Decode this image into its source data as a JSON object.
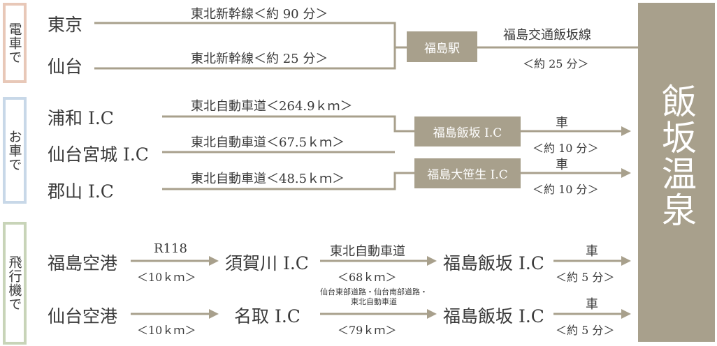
{
  "colors": {
    "train": "#e8c8b8",
    "car": "#c8d8e8",
    "plane": "#c8d4b8",
    "box": "#a8a08c",
    "line": "#a8a08c"
  },
  "categories": {
    "train": "電車で",
    "car": "お車で",
    "plane": "飛行機で"
  },
  "destination": "飯坂温泉",
  "train": {
    "origins": [
      "東京",
      "仙台"
    ],
    "routes": [
      "東北新幹線＜約 90 分＞",
      "東北新幹線＜約 25 分＞"
    ],
    "station": "福島駅",
    "line_name": "福島交通飯坂線",
    "line_time": "＜約 25 分＞"
  },
  "car": {
    "origins": [
      "浦和 I.C",
      "仙台宮城 I.C",
      "郡山 I.C"
    ],
    "routes": [
      "東北自動車道＜264.9ｋｍ＞",
      "東北自動車道＜67.5ｋｍ＞",
      "東北自動車道＜48.5ｋｍ＞"
    ],
    "exits": [
      "福島飯坂 I.C",
      "福島大笹生 I.C"
    ],
    "mode": [
      "車",
      "車"
    ],
    "times": [
      "＜約 10 分＞",
      "＜約 10 分＞"
    ]
  },
  "plane": {
    "row1": {
      "origin": "福島空港",
      "route1_name": "R118",
      "route1_dist": "＜10ｋｍ＞",
      "mid": "須賀川 I.C",
      "route2_name": "東北自動車道",
      "route2_dist": "＜68ｋｍ＞",
      "end": "福島飯坂 I.C",
      "mode": "車",
      "time": "＜約 5 分＞"
    },
    "row2": {
      "origin": "仙台空港",
      "route1_dist": "＜10ｋｍ＞",
      "mid": "名取 I.C",
      "route2_name_l1": "仙台東部道路・仙台南部道路・",
      "route2_name_l2": "東北自動車道",
      "route2_dist": "＜79ｋｍ＞",
      "end": "福島飯坂 I.C",
      "mode": "車",
      "time": "＜約 5 分＞"
    }
  }
}
